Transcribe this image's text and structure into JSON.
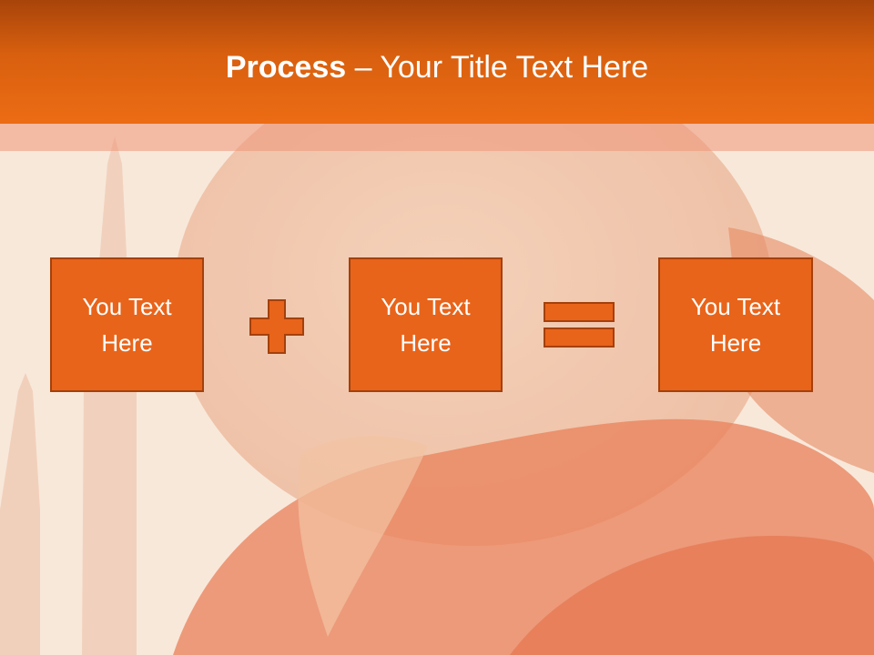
{
  "slide": {
    "title_bold": "Process",
    "title_rest": " – Your Title Text Here",
    "boxes": [
      {
        "text": "You Text\nHere"
      },
      {
        "text": "You Text\nHere"
      },
      {
        "text": "You Text\nHere"
      }
    ],
    "operators": [
      "plus-icon",
      "equals-icon"
    ]
  },
  "colors": {
    "header_dark": "#a8440a",
    "header_light": "#ec6c14",
    "box_fill": "#e8641a",
    "box_border": "#a4400c"
  }
}
